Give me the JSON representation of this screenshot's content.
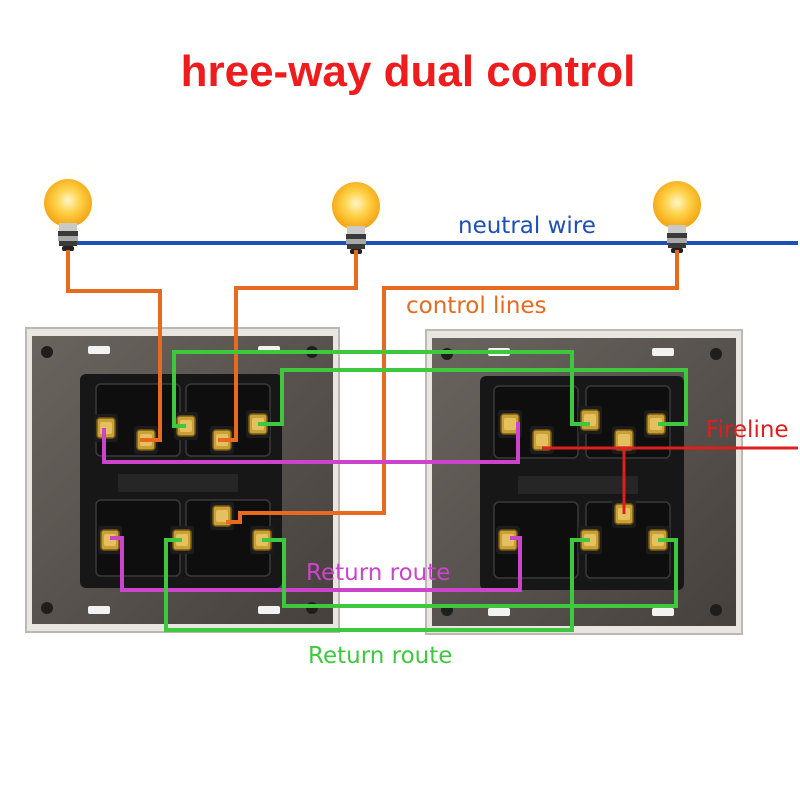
{
  "title": "hree-way dual control",
  "labels": {
    "neutral_wire": "neutral wire",
    "control_lines": "control lines",
    "fireline": "Fireline",
    "return_route_purple": "Return route",
    "return_route_green": "Return route"
  },
  "colors": {
    "title": "#ee1c1c",
    "neutral": "#1d4fb8",
    "control": "#e86a1e",
    "fire": "#e01e1e",
    "return_purple": "#cc44cc",
    "return_green": "#3ec83e",
    "switch_plate": "#57514d",
    "switch_frame": "#e9e6e1",
    "terminal": "#c8a036"
  },
  "bulbs": [
    {
      "name": "bulb-left",
      "icon": "light-bulb-icon"
    },
    {
      "name": "bulb-middle",
      "icon": "light-bulb-icon"
    },
    {
      "name": "bulb-right",
      "icon": "light-bulb-icon"
    }
  ],
  "switches": [
    {
      "name": "switch-left",
      "type": "dual-gang two-way switch"
    },
    {
      "name": "switch-right",
      "type": "dual-gang two-way switch"
    }
  ]
}
